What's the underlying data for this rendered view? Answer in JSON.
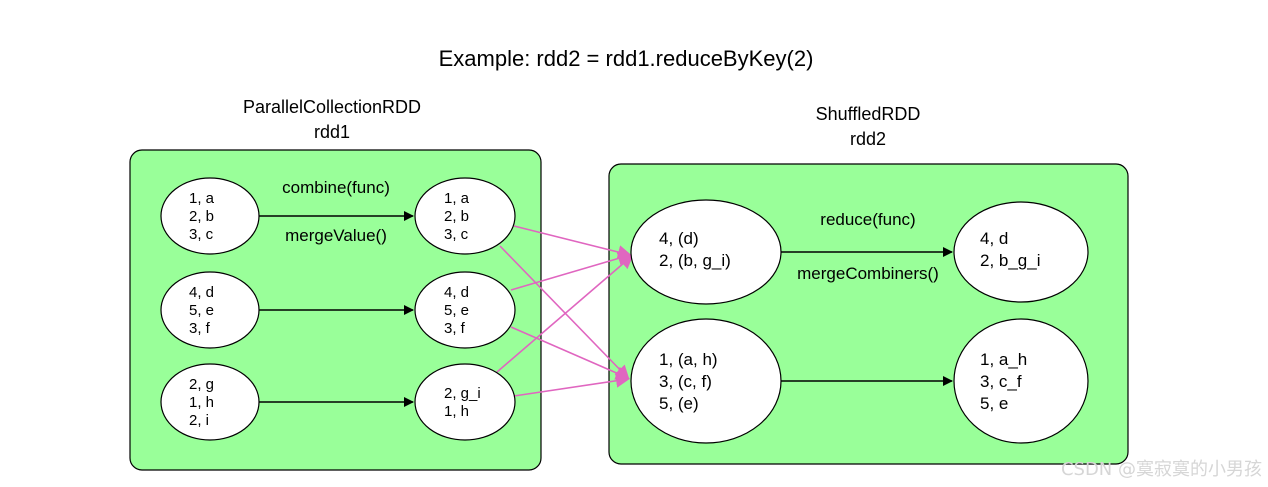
{
  "title": "Example: rdd2 = rdd1.reduceByKey(2)",
  "rdd1": {
    "class": "ParallelCollectionRDD",
    "name": "rdd1",
    "fill": "#99ff99",
    "input_partitions": [
      [
        "1, a",
        "2, b",
        "3, c"
      ],
      [
        "4, d",
        "5, e",
        "3, f"
      ],
      [
        "2, g",
        "1, h",
        "2, i"
      ]
    ],
    "combined_partitions": [
      [
        "1, a",
        "2, b",
        "3, c"
      ],
      [
        "4, d",
        "5, e",
        "3, f"
      ],
      [
        "2, g_i",
        "1, h"
      ]
    ],
    "edge_top_label": "combine(func)",
    "edge_bottom_label": "mergeValue()"
  },
  "rdd2": {
    "class": "ShuffledRDD",
    "name": "rdd2",
    "fill": "#99ff99",
    "shuffled_partitions": [
      [
        "4, (d)",
        "2, (b, g_i)"
      ],
      [
        "1, (a, h)",
        "3, (c, f)",
        "5, (e)"
      ]
    ],
    "reduced_partitions": [
      [
        "4, d",
        "2, b_g_i"
      ],
      [
        "1, a_h",
        "3, c_f",
        "5, e"
      ]
    ],
    "edge_top_label": "reduce(func)",
    "edge_bottom_label": "mergeCombiners()"
  },
  "shuffle_color": "#e066c0",
  "watermark": "CSDN @寞寂寞的小男孩"
}
